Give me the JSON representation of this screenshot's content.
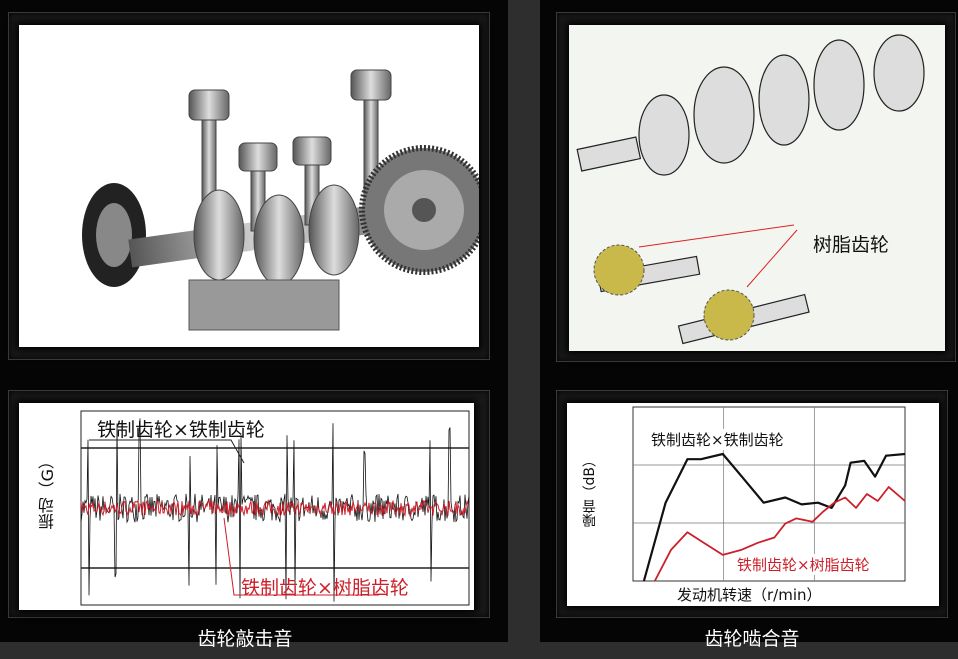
{
  "panels": {
    "engine_label": "",
    "camshaft_callout": "树脂齿轮"
  },
  "captions": {
    "left": "齿轮敲击音",
    "right": "齿轮啮合音"
  },
  "colors": {
    "iron": "#111111",
    "resin": "#cc1f2a",
    "resin_gear": "#c9b84a"
  },
  "chart_data": [
    {
      "type": "line",
      "title": "齿轮敲击音",
      "xlabel": "",
      "ylabel": "振动（G）",
      "series": [
        {
          "name": "铁制齿轮×铁制齿轮",
          "color": "#111111",
          "spike_times": [
            2,
            9,
            15,
            28,
            35,
            41,
            53,
            55,
            65,
            73,
            90,
            95
          ],
          "baseline_amplitude": 0.15,
          "spike_amplitude": 0.9
        },
        {
          "name": "铁制齿轮×树脂齿轮",
          "color": "#cc1f2a",
          "baseline_amplitude": 0.08
        }
      ]
    },
    {
      "type": "line",
      "title": "齿轮啮合音",
      "xlabel": "发动机转速（r/min）",
      "ylabel": "噪音（dB）",
      "grid": true,
      "x": [
        4,
        12,
        20,
        25,
        33,
        40,
        48,
        56,
        62,
        68,
        73,
        78,
        80,
        85,
        89,
        93,
        100
      ],
      "series": [
        {
          "name": "铁制齿轮×铁制齿轮",
          "color": "#111111",
          "values": [
            0,
            45,
            70,
            70,
            73,
            60,
            45,
            48,
            44,
            45,
            42,
            55,
            68,
            69,
            60,
            72,
            73
          ]
        },
        {
          "name": "铁制齿轮×树脂齿轮",
          "color": "#cc1f2a",
          "x": [
            8,
            14,
            20,
            26,
            33,
            40,
            46,
            52,
            56,
            60,
            66,
            70,
            74,
            78,
            82,
            86,
            90,
            94,
            100
          ],
          "values": [
            0,
            18,
            28,
            22,
            15,
            18,
            22,
            25,
            33,
            36,
            34,
            40,
            45,
            48,
            42,
            50,
            46,
            54,
            46
          ]
        }
      ]
    }
  ]
}
